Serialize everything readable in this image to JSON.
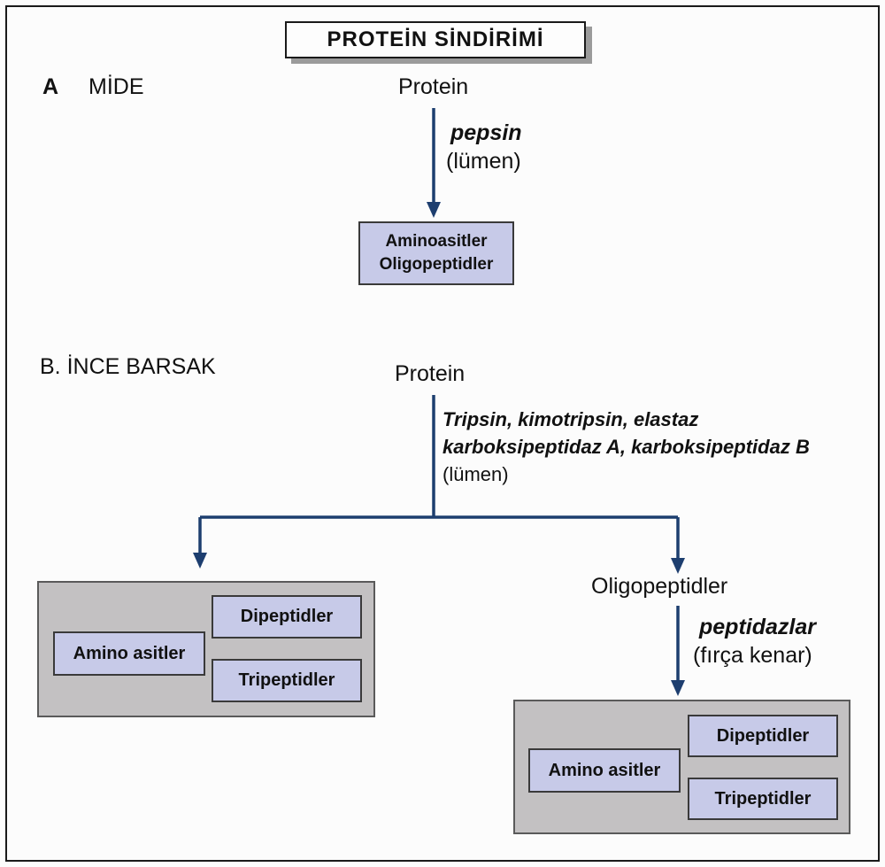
{
  "title": "PROTEİN SİNDİRİMİ",
  "colors": {
    "arrow": "#1d3e6f",
    "box_fill": "#c7cae8",
    "gray_fill": "#c3c1c2"
  },
  "section_a": {
    "letter": "A",
    "name": "MİDE",
    "substrate": "Protein",
    "enzyme": "pepsin",
    "location": "(lümen)",
    "products": [
      "Aminoasitler",
      "Oligopeptidler"
    ]
  },
  "section_b": {
    "label": "B. İNCE BARSAK",
    "substrate": "Protein",
    "enzyme_line1": "Tripsin, kimotripsin, elastaz",
    "enzyme_line2": "karboksipeptidaz A, karboksipeptidaz B",
    "enzyme_line3": "(lümen)",
    "left_products": {
      "amino": "Amino asitler",
      "di": "Dipeptidler",
      "tri": "Tripeptidler"
    },
    "intermediate": "Oligopeptidler",
    "enzyme2": "peptidazlar",
    "enzyme2_location": "(fırça kenar)",
    "right_products": {
      "amino": "Amino asitler",
      "di": "Dipeptidler",
      "tri": "Tripeptidler"
    }
  }
}
